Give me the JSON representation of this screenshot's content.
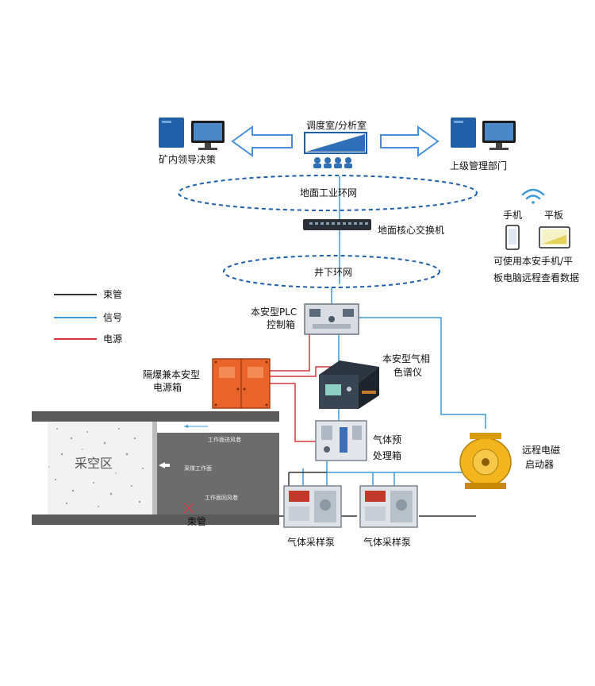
{
  "top": {
    "control_room": "调度室/分析室",
    "left_label": "矿内领导决策",
    "right_label": "上级管理部门"
  },
  "networks": {
    "surface_ring": "地面工业环网",
    "switch": "地面核心交换机",
    "underground_ring": "井下环网"
  },
  "mobile": {
    "phone": "手机",
    "tablet": "平板",
    "note_line1": "可使用本安手机/平",
    "note_line2": "板电脑远程查看数据"
  },
  "legend": {
    "items": [
      {
        "label": "束管",
        "color": "#333333"
      },
      {
        "label": "信号",
        "color": "#3a9ad9"
      },
      {
        "label": "电源",
        "color": "#d9363e"
      }
    ]
  },
  "devices": {
    "plc_line1": "本安型PLC",
    "plc_line2": "控制箱",
    "power_line1": "隔爆兼本安型",
    "power_line2": "电源箱",
    "gc_line1": "本安型气相",
    "gc_line2": "色谱仪",
    "pre_line1": "气体预",
    "pre_line2": "处理箱",
    "starter_line1": "远程电磁",
    "starter_line2": "启动器",
    "pump1": "气体采样泵",
    "pump2": "气体采样泵"
  },
  "mine": {
    "goaf": "采空区",
    "intake": "工作面进风巷",
    "face": "采煤工作面",
    "return": "工作面回风巷",
    "tube": "束管"
  },
  "colors": {
    "tube": "#333333",
    "signal": "#3a9ad9",
    "power": "#d9363e",
    "arrow_outline": "#4a90d9",
    "device_blue": "#1e5fa8",
    "power_box": "#e8642a",
    "starter": "#f2b51d"
  }
}
